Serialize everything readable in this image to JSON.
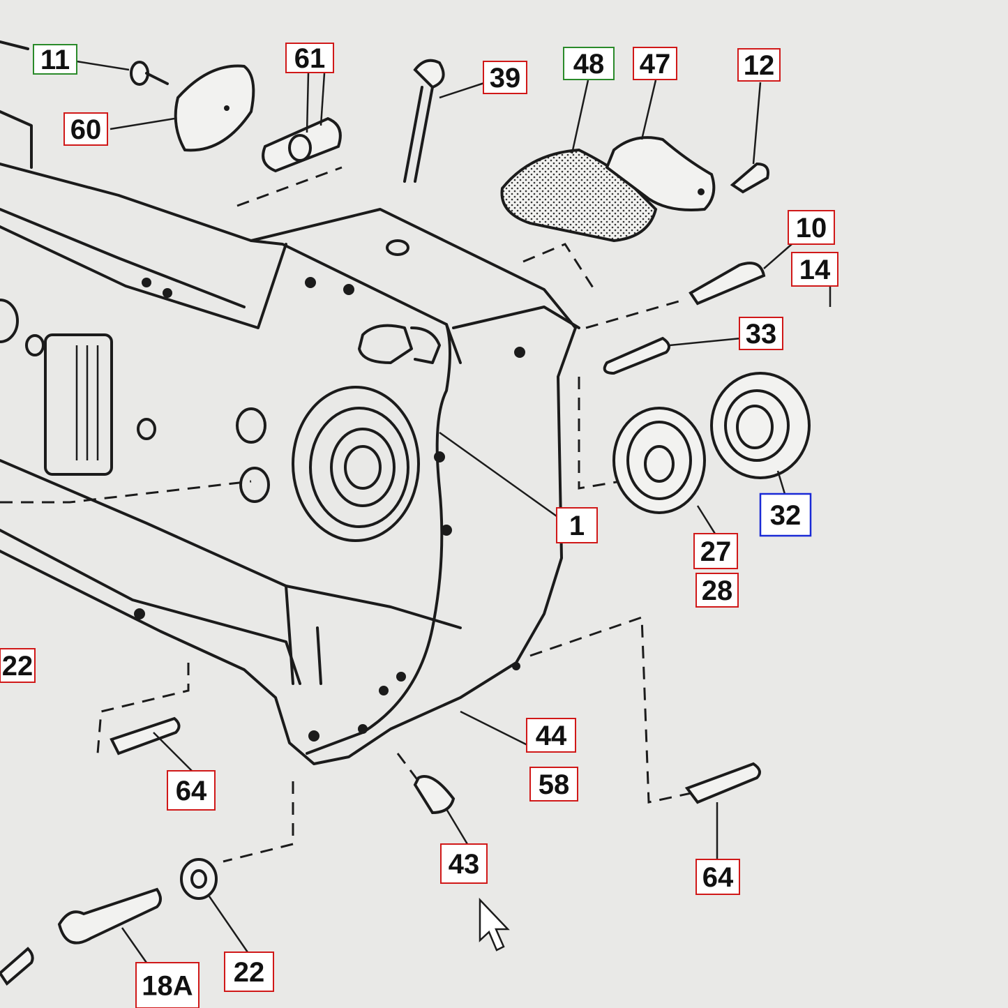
{
  "tags": [
    {
      "id": "11",
      "label": "11",
      "style": "green"
    },
    {
      "id": "60",
      "label": "60",
      "style": "red"
    },
    {
      "id": "61",
      "label": "61",
      "style": "red"
    },
    {
      "id": "39",
      "label": "39",
      "style": "red"
    },
    {
      "id": "48",
      "label": "48",
      "style": "green"
    },
    {
      "id": "47",
      "label": "47",
      "style": "red"
    },
    {
      "id": "12",
      "label": "12",
      "style": "red"
    },
    {
      "id": "10",
      "label": "10",
      "style": "red"
    },
    {
      "id": "14",
      "label": "14",
      "style": "red"
    },
    {
      "id": "33",
      "label": "33",
      "style": "red"
    },
    {
      "id": "32",
      "label": "32",
      "style": "selected"
    },
    {
      "id": "1",
      "label": "1",
      "style": "red"
    },
    {
      "id": "27",
      "label": "27",
      "style": "red"
    },
    {
      "id": "28",
      "label": "28",
      "style": "red"
    },
    {
      "id": "22a",
      "label": "22",
      "style": "red"
    },
    {
      "id": "44",
      "label": "44",
      "style": "red"
    },
    {
      "id": "58",
      "label": "58",
      "style": "red"
    },
    {
      "id": "64a",
      "label": "64",
      "style": "red"
    },
    {
      "id": "64b",
      "label": "64",
      "style": "red"
    },
    {
      "id": "43",
      "label": "43",
      "style": "red"
    },
    {
      "id": "22b",
      "label": "22",
      "style": "red"
    },
    {
      "id": "18a",
      "label": "18A",
      "style": "red"
    }
  ],
  "colors": {
    "background": "#e9e9e7",
    "tag_border_red": "#d01818",
    "tag_border_green": "#2a8a2a",
    "tag_border_selected": "#1a2ad6",
    "line": "#1b1b1b"
  },
  "icons": {
    "pointer": "mouse-pointer-icon"
  }
}
